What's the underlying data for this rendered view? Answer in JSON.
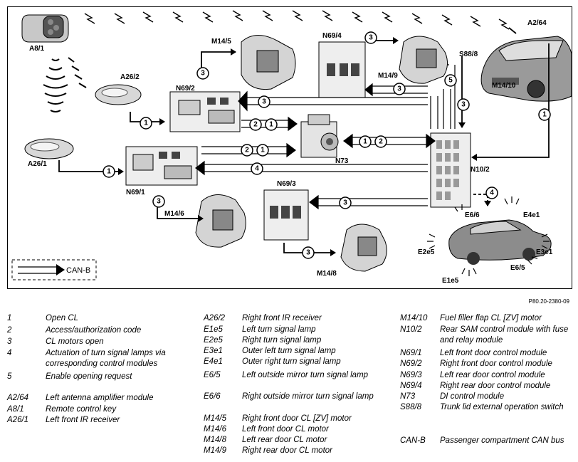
{
  "diagram": {
    "components": {
      "A8_1": "A8/1",
      "A26_2": "A26/2",
      "A26_1": "A26/1",
      "M14_5": "M14/5",
      "N69_4": "N69/4",
      "A2_64": "A2/64",
      "S88_8": "S88/8",
      "M14_9": "M14/9",
      "M14_10": "M14/10",
      "N69_2": "N69/2",
      "N73": "N73",
      "N69_1": "N69/1",
      "N10_2": "N10/2",
      "N69_3": "N69/3",
      "M14_6": "M14/6",
      "M14_8": "M14/8",
      "E4e1": "E4e1",
      "E6_6": "E6/6",
      "E2e5": "E2e5",
      "E3e1": "E3e1",
      "E6_5": "E6/5",
      "E1e5": "E1e5"
    },
    "signals": {
      "s1": "1",
      "s2": "2",
      "s3": "3",
      "s4": "4",
      "s5": "5"
    },
    "legend_label": "CAN-B",
    "reference": "P80.20-2380-09"
  },
  "legend": {
    "col1": [
      {
        "code": "1",
        "desc": "Open CL"
      },
      {
        "code": "2",
        "desc": "Access/authorization code"
      },
      {
        "code": "3",
        "desc": "CL motors open"
      },
      {
        "code": "4",
        "desc": "Actuation of turn signal lamps via corresponding control modules"
      },
      {
        "code": "5",
        "desc": "Enable opening request"
      },
      {
        "code": "A2/64",
        "desc": "Left antenna amplifier module"
      },
      {
        "code": "A8/1",
        "desc": "Remote control key"
      },
      {
        "code": "A26/1",
        "desc": "Left front IR receiver"
      }
    ],
    "col2": [
      {
        "code": "A26/2",
        "desc": "Right front IR receiver"
      },
      {
        "code": "E1e5",
        "desc": "Left turn signal lamp"
      },
      {
        "code": "E2e5",
        "desc": "Right turn signal lamp"
      },
      {
        "code": "E3e1",
        "desc": "Outer left turn signal lamp"
      },
      {
        "code": "E4e1",
        "desc": "Outer right turn signal lamp"
      },
      {
        "code": "E6/5",
        "desc": "Left outside mirror turn signal lamp"
      },
      {
        "code": "E6/6",
        "desc": "Right outside mirror turn signal lamp"
      },
      {
        "code": "M14/5",
        "desc": "Right front door CL [ZV] motor"
      },
      {
        "code": "M14/6",
        "desc": "Left front door CL motor"
      },
      {
        "code": "M14/8",
        "desc": "Left rear door CL motor"
      },
      {
        "code": "M14/9",
        "desc": "Right rear door CL motor"
      }
    ],
    "col3": [
      {
        "code": "M14/10",
        "desc": "Fuel filler flap CL [ZV] motor"
      },
      {
        "code": "N10/2",
        "desc": "Rear SAM control module with fuse and relay module"
      },
      {
        "code": "N69/1",
        "desc": "Left front door control module"
      },
      {
        "code": "N69/2",
        "desc": "Right front door control module"
      },
      {
        "code": "N69/3",
        "desc": "Left rear door control module"
      },
      {
        "code": "N69/4",
        "desc": "Right rear door control module"
      },
      {
        "code": "N73",
        "desc": "DI control module"
      },
      {
        "code": "S88/8",
        "desc": "Trunk lid external operation switch"
      },
      {
        "code": "CAN-B",
        "desc": "Passenger compartment CAN bus"
      }
    ]
  }
}
